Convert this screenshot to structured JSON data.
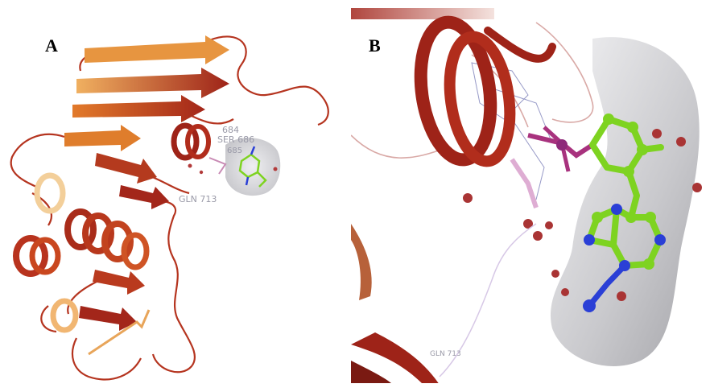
{
  "panels": {
    "a": {
      "label": "A"
    },
    "b": {
      "label": "B"
    }
  },
  "residue_labels_a": {
    "r684": "684",
    "ser": "SER 686",
    "r685": "685",
    "gln": "GLN 713"
  },
  "residue_labels_b": {
    "gln": "GLN 713"
  },
  "colors": {
    "ribbon_dark": "#9e2318",
    "ribbon_mid": "#c04a1f",
    "ribbon_orange": "#e0892e",
    "ribbon_light": "#f3c07a",
    "ligand_carbon": "#7ed321",
    "ligand_nitrogen": "#2a3fd6",
    "phosphate": "#a8327e",
    "water": "#b23a3a",
    "surface": "#c9c9cd"
  }
}
